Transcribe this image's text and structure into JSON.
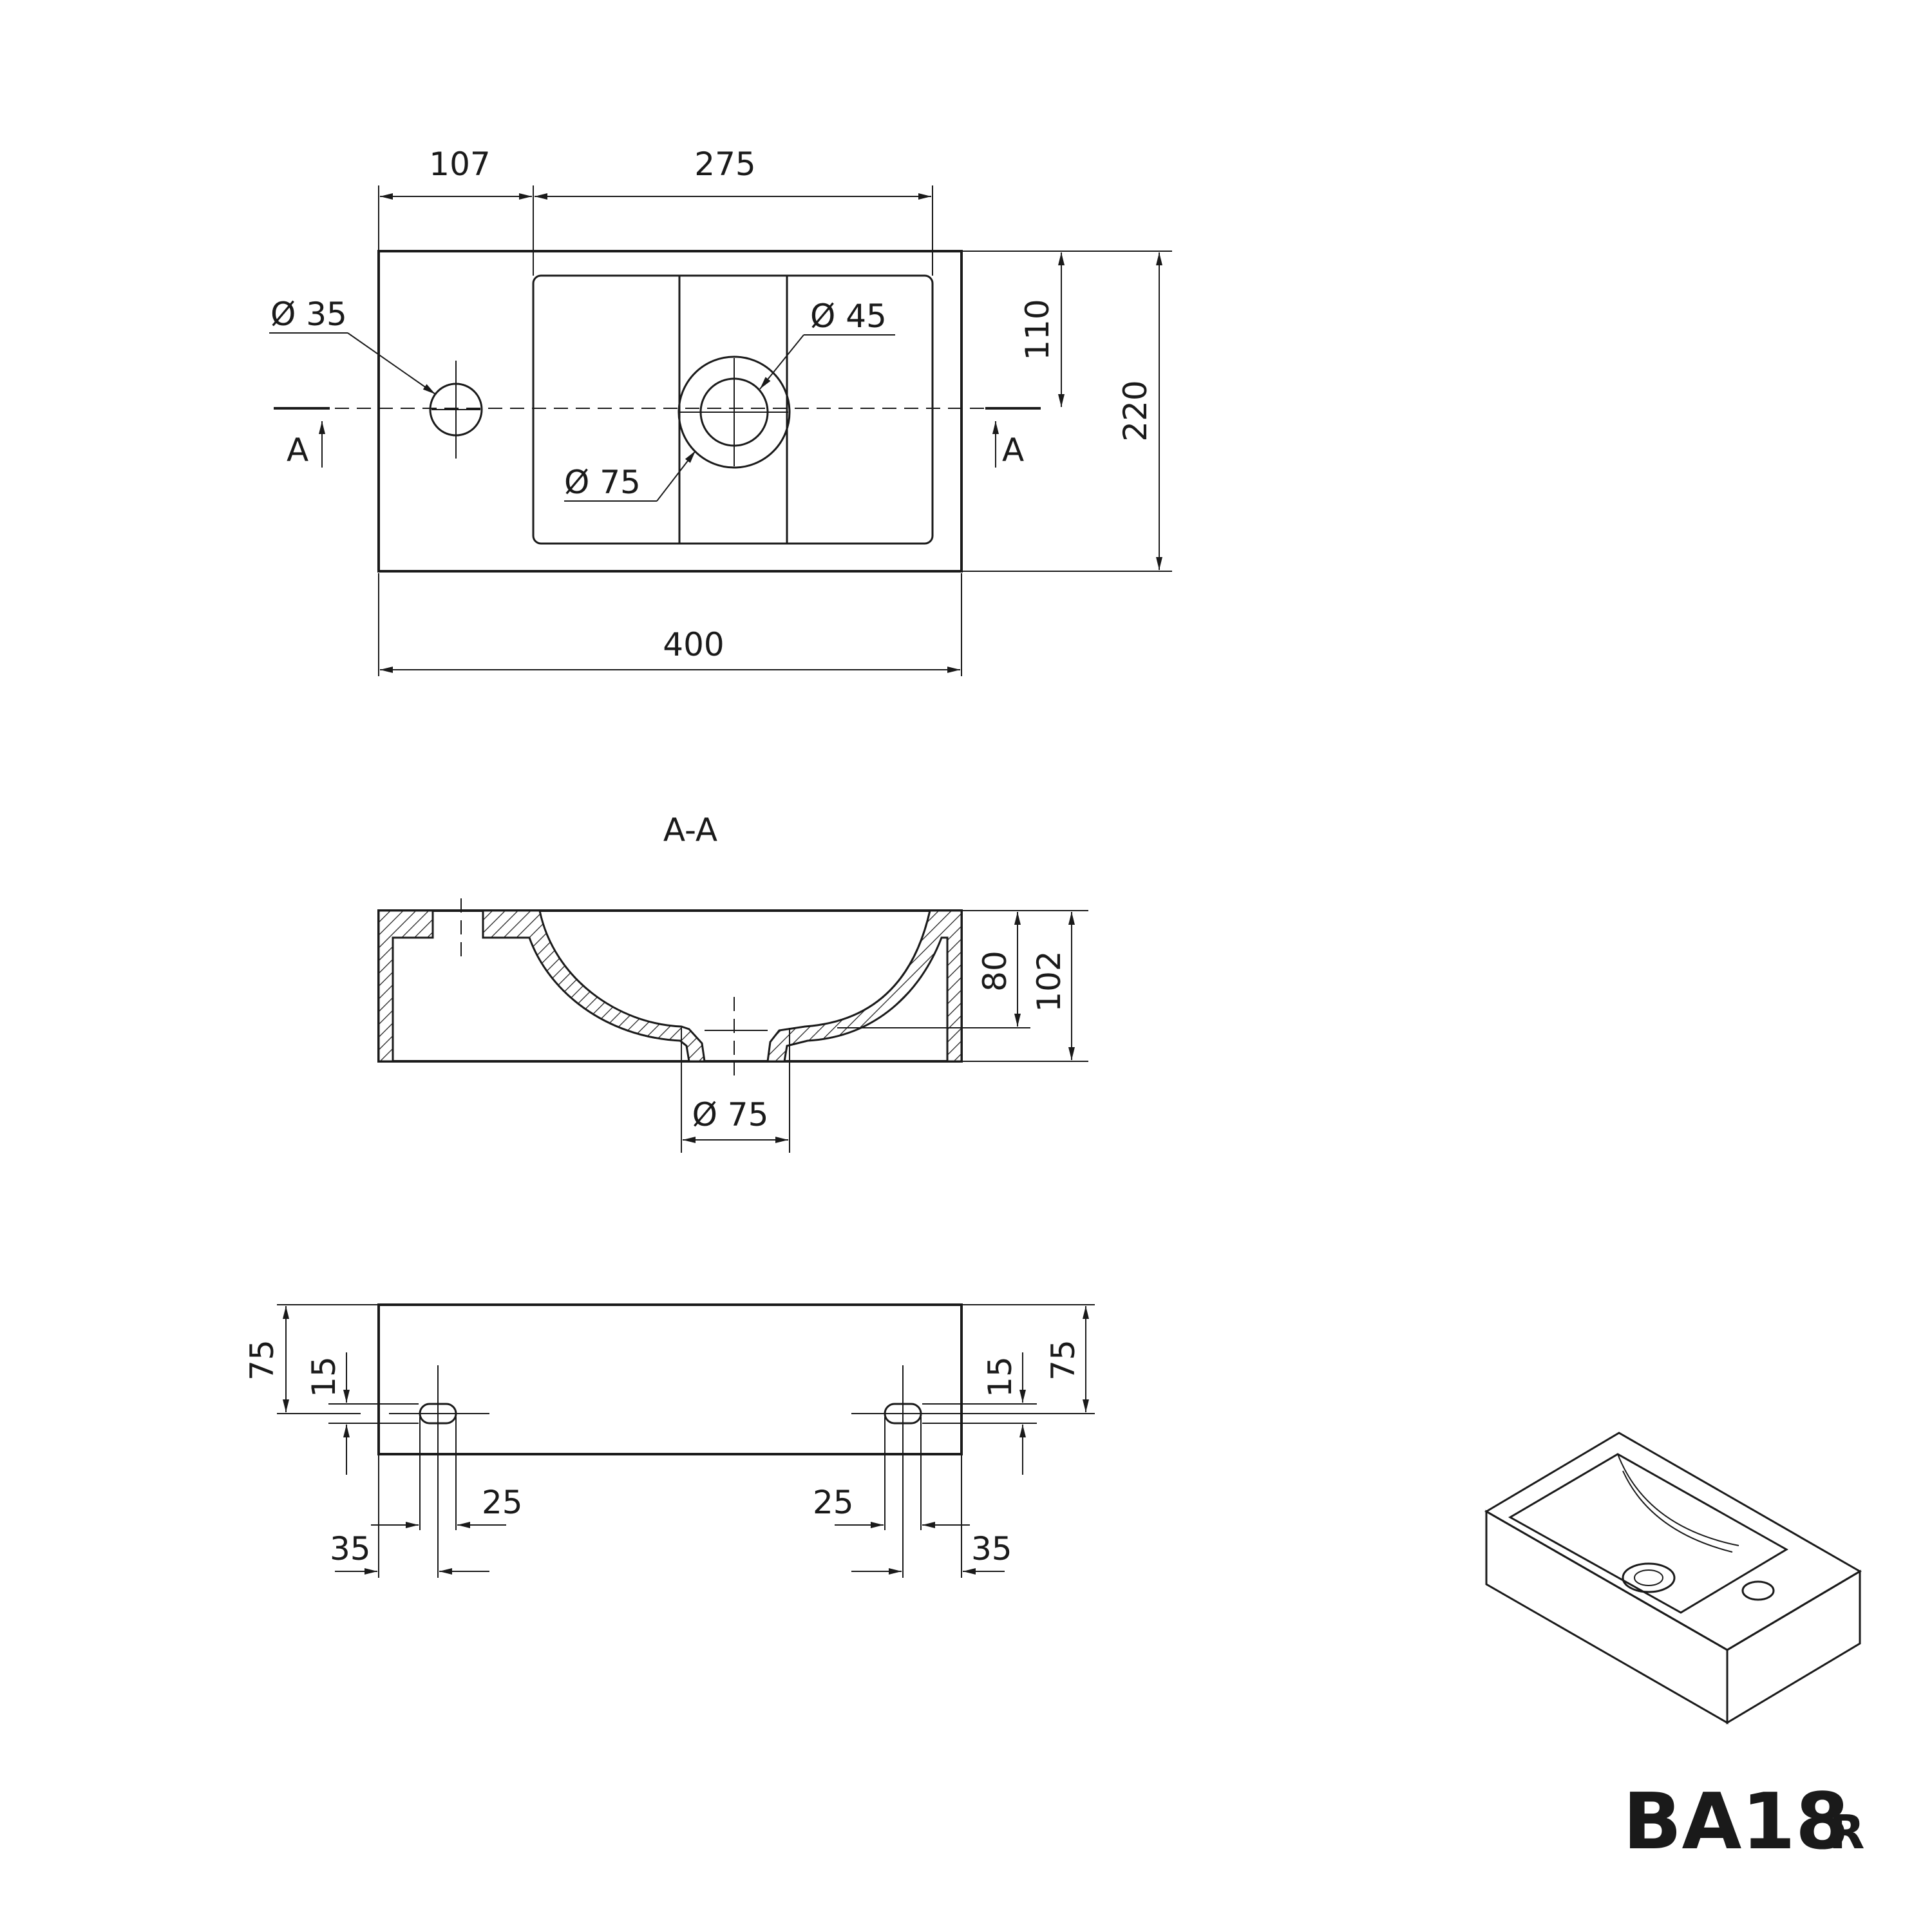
{
  "product": {
    "code": "BA18",
    "variant": "R"
  },
  "top_view": {
    "dims": {
      "offset": "107",
      "bowl_width": "275",
      "total_width": "400",
      "total_depth": "220",
      "centerline": "110"
    },
    "tap_hole": "Ø 35",
    "drain_inner": "Ø 45",
    "drain_outer": "Ø 75",
    "section_marker_left": "A",
    "section_marker_right": "A"
  },
  "section_view": {
    "title": "A-A",
    "bowl_depth": "80",
    "total_height": "102",
    "drain": "Ø 75"
  },
  "rear_view": {
    "left_height": "75",
    "left_slot": "15",
    "left_slot_width": "25",
    "left_edge": "35",
    "right_height": "75",
    "right_slot": "15",
    "right_slot_width": "25",
    "right_edge": "35"
  }
}
